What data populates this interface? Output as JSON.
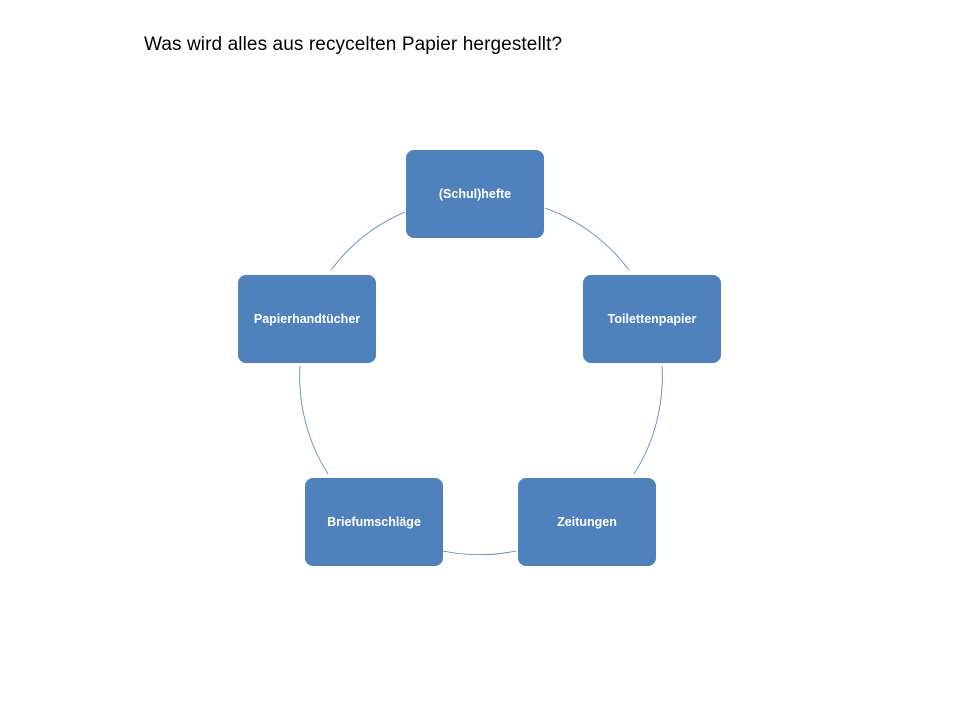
{
  "slide": {
    "title": "Was wird alles aus recycelten Papier hergestellt?"
  },
  "cycle": {
    "nodes": [
      {
        "label": "(Schul)hefte"
      },
      {
        "label": "Toilettenpapier"
      },
      {
        "label": "Zeitungen"
      },
      {
        "label": "Briefumschläge"
      },
      {
        "label": "Papierhandtücher"
      }
    ]
  },
  "colors": {
    "node_fill": "#4f81bd",
    "node_text": "#ffffff",
    "connector": "#4f81bd",
    "background": "#ffffff"
  }
}
